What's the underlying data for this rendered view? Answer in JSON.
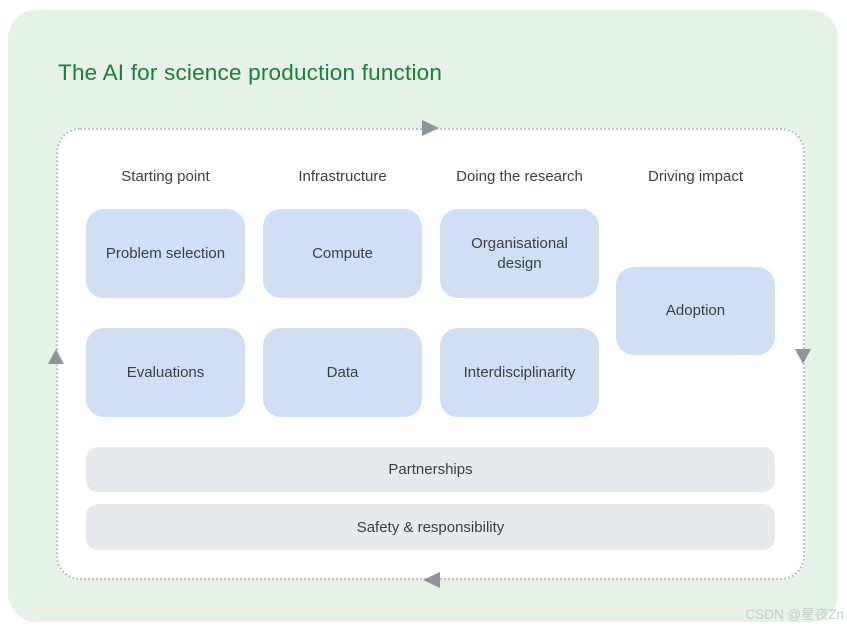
{
  "title": "The AI for science production function",
  "diagram": {
    "column_headers": [
      {
        "label": "Starting point"
      },
      {
        "label": "Infrastructure"
      },
      {
        "label": "Doing the research"
      },
      {
        "label": "Driving impact"
      }
    ],
    "stage_boxes": {
      "row1": [
        {
          "label": "Problem selection"
        },
        {
          "label": "Compute"
        },
        {
          "label": "Organisational design"
        }
      ],
      "row2": [
        {
          "label": "Evaluations"
        },
        {
          "label": "Data"
        },
        {
          "label": "Interdisciplinarity"
        }
      ],
      "impact_box": {
        "label": "Adoption"
      }
    },
    "full_width_bars": [
      {
        "label": "Partnerships"
      },
      {
        "label": "Safety & responsibility"
      }
    ],
    "cycle_arrows": [
      {
        "position": "top",
        "direction": "right"
      },
      {
        "position": "right",
        "direction": "down"
      },
      {
        "position": "bottom",
        "direction": "left"
      },
      {
        "position": "left",
        "direction": "up"
      }
    ]
  },
  "watermark": "CSDN @星夜Zn",
  "colors": {
    "card_background": "#e6f2e8",
    "title_green": "#188038",
    "box_blue": "#cedff6",
    "bar_gray": "#e8e9ec",
    "arrow_gray": "#8e959a",
    "border_dotted": "#b8bec2",
    "text_dark": "#3c4043",
    "watermark_gray": "#c6cec8"
  }
}
